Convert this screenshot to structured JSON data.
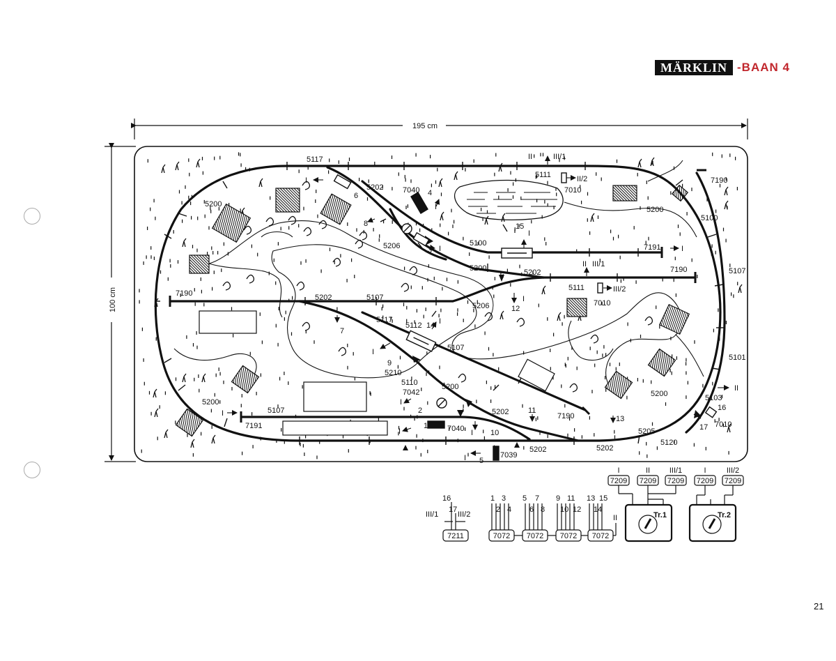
{
  "header": {
    "brand_logo": "MÄRKLIN",
    "layout_title": "-BAAN 4"
  },
  "page_number": "21",
  "dimensions": {
    "width": "195 cm",
    "height": "100 cm"
  },
  "track_labels": {
    "l5117a": "5117",
    "l5202a": "5202",
    "l7040a": "7040",
    "l4": "4",
    "l6": "6",
    "l8": "8",
    "l5206a": "5206",
    "l3": "3",
    "l5100a": "5100",
    "l15": "15",
    "l5200a": "5200",
    "l5202b": "5202",
    "l7191a": "7191",
    "l7190a": "7190",
    "l5111a": "5111",
    "l7010a": "7010",
    "l5206b": "5206",
    "l12": "12",
    "l5111b": "5111",
    "l7010b": "7010",
    "l7190b": "7190",
    "l5200b": "5200",
    "l5100b": "5100",
    "l7190c": "7190",
    "l5107a": "5107",
    "l5101": "5101",
    "l5200c": "5200",
    "l7190d": "7190",
    "l5202c": "5202",
    "l5107b": "5107",
    "l5117b": "5117",
    "l5112": "5112",
    "l14": "14",
    "l7": "7",
    "l5107c": "5107",
    "l9": "9",
    "l5210": "5210",
    "l5110": "5110",
    "l5200d": "5200",
    "l7042": "7042",
    "l2": "2",
    "l5200e": "5200",
    "l5107d": "5107",
    "l7191b": "7191",
    "l7040b": "7040",
    "l10": "10",
    "l5202d": "5202",
    "l11": "11",
    "l7190e": "7190",
    "l13": "13",
    "l5205": "5205",
    "l5103": "5103",
    "l16": "16",
    "l17": "17",
    "l7010c": "7010",
    "l5120": "5120",
    "l5202e": "5202",
    "l5202f": "5202",
    "l7039": "7039",
    "l5": "5",
    "l1": "1",
    "l5200f": "5200"
  },
  "circuit_labels": {
    "I_a": "I",
    "I_b": "I",
    "I_c": "I",
    "I_d": "I",
    "I_e": "I",
    "I_f": "I",
    "I_g": "I",
    "I_h": "I",
    "I_i": "I",
    "I_j": "I",
    "I_k": "I",
    "I_l": "I",
    "I_m": "I",
    "II_a": "II",
    "II_b": "II",
    "II_c": "II",
    "III1_a": "III/1",
    "III1_b": "III/1",
    "II2_a": "II/2",
    "III2_a": "III/2"
  },
  "control_panel": {
    "switchbox_7211": {
      "label": "7211",
      "inputs": [
        "16",
        "17"
      ],
      "circuits": [
        "III/1",
        "III/2"
      ]
    },
    "switchboxes_7072": [
      {
        "label": "7072",
        "inputs": [
          "1",
          "2",
          "3",
          "4"
        ]
      },
      {
        "label": "7072",
        "inputs": [
          "5",
          "6",
          "7",
          "8"
        ]
      },
      {
        "label": "7072",
        "inputs": [
          "9",
          "10",
          "11",
          "12"
        ]
      },
      {
        "label": "7072",
        "inputs": [
          "13",
          "14",
          "15"
        ]
      }
    ],
    "out_7072": "II",
    "distribution_7209": [
      {
        "label": "7209",
        "circuit": "I"
      },
      {
        "label": "7209",
        "circuit": "II"
      },
      {
        "label": "7209",
        "circuit": "III/1"
      },
      {
        "label": "7209",
        "circuit": "I"
      },
      {
        "label": "7209",
        "circuit": "III/2"
      }
    ],
    "transformers": [
      {
        "label": "Tr.1"
      },
      {
        "label": "Tr.2"
      }
    ]
  }
}
